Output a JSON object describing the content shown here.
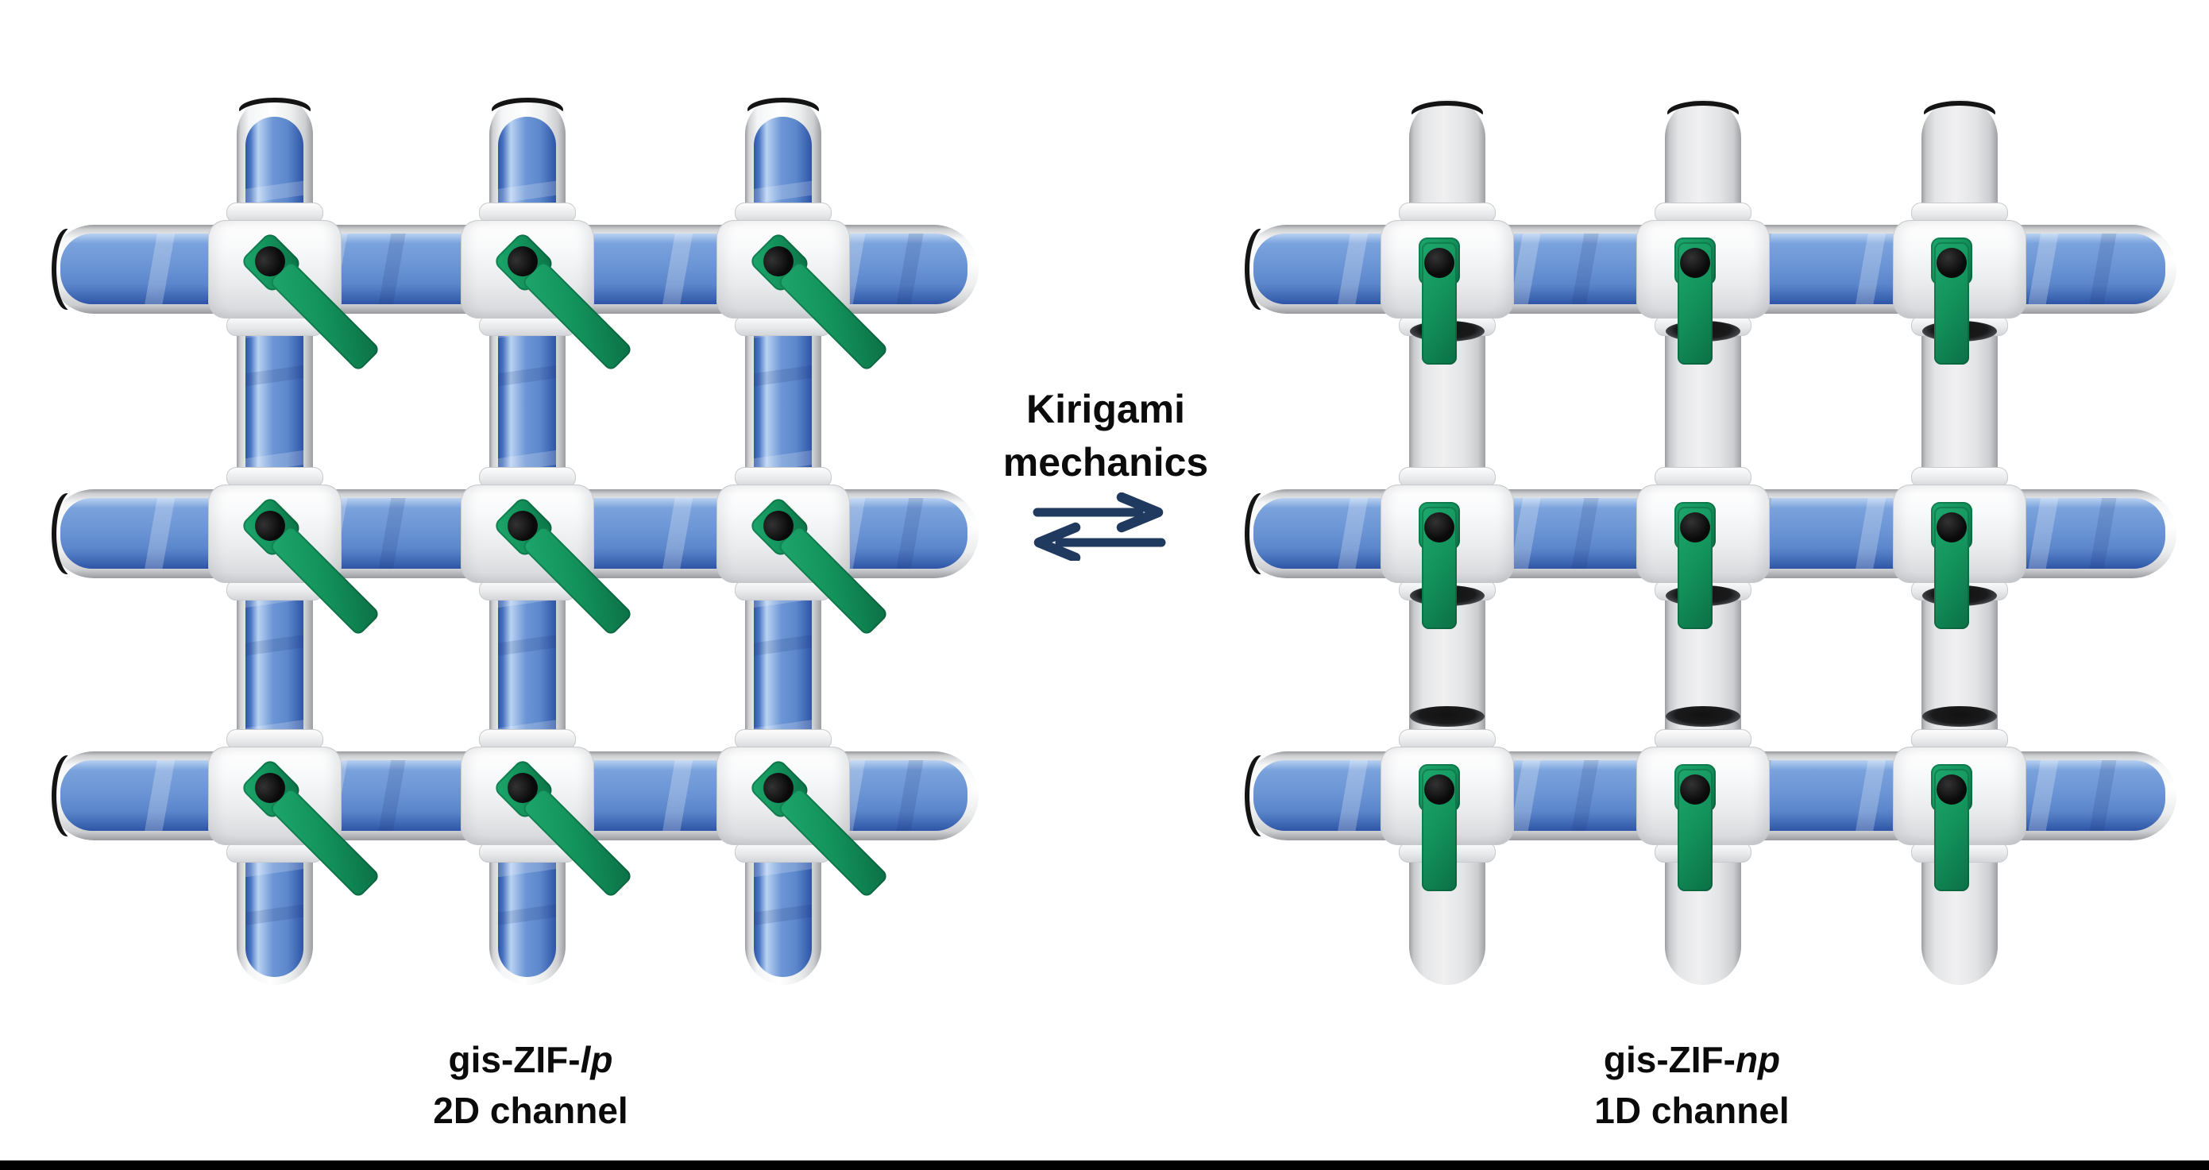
{
  "center": {
    "heading_line1": "Kirigami",
    "heading_line2": "mechanics"
  },
  "left_structure": {
    "label_name": "gis-ZIF-",
    "label_name_italic": "lp",
    "label_channel": "2D channel",
    "grid_rows": 3,
    "grid_cols": 3,
    "horizontal_pipes_filled": true,
    "vertical_pipes_filled": true,
    "valve_handle_orientation": "diagonal-open"
  },
  "right_structure": {
    "label_name": "gis-ZIF-",
    "label_name_italic": "np",
    "label_channel": "1D channel",
    "grid_rows": 3,
    "grid_cols": 3,
    "horizontal_pipes_filled": true,
    "vertical_pipes_filled": false,
    "valve_handle_orientation": "vertical-closed"
  },
  "icons": {
    "equilibrium_arrows": "forward-and-reverse reaction arrows"
  },
  "colors": {
    "liquid_blue": "#6b95d5",
    "liquid_blue_light": "#b9d2f2",
    "liquid_blue_dark": "#2e55a6",
    "valve_green": "#13935c",
    "valve_green_light": "#1da76d",
    "valve_green_dark": "#0b6f45",
    "arrow_navy": "#20395e",
    "text_black": "#0b0b0b",
    "bottom_bar_black": "#000000"
  }
}
